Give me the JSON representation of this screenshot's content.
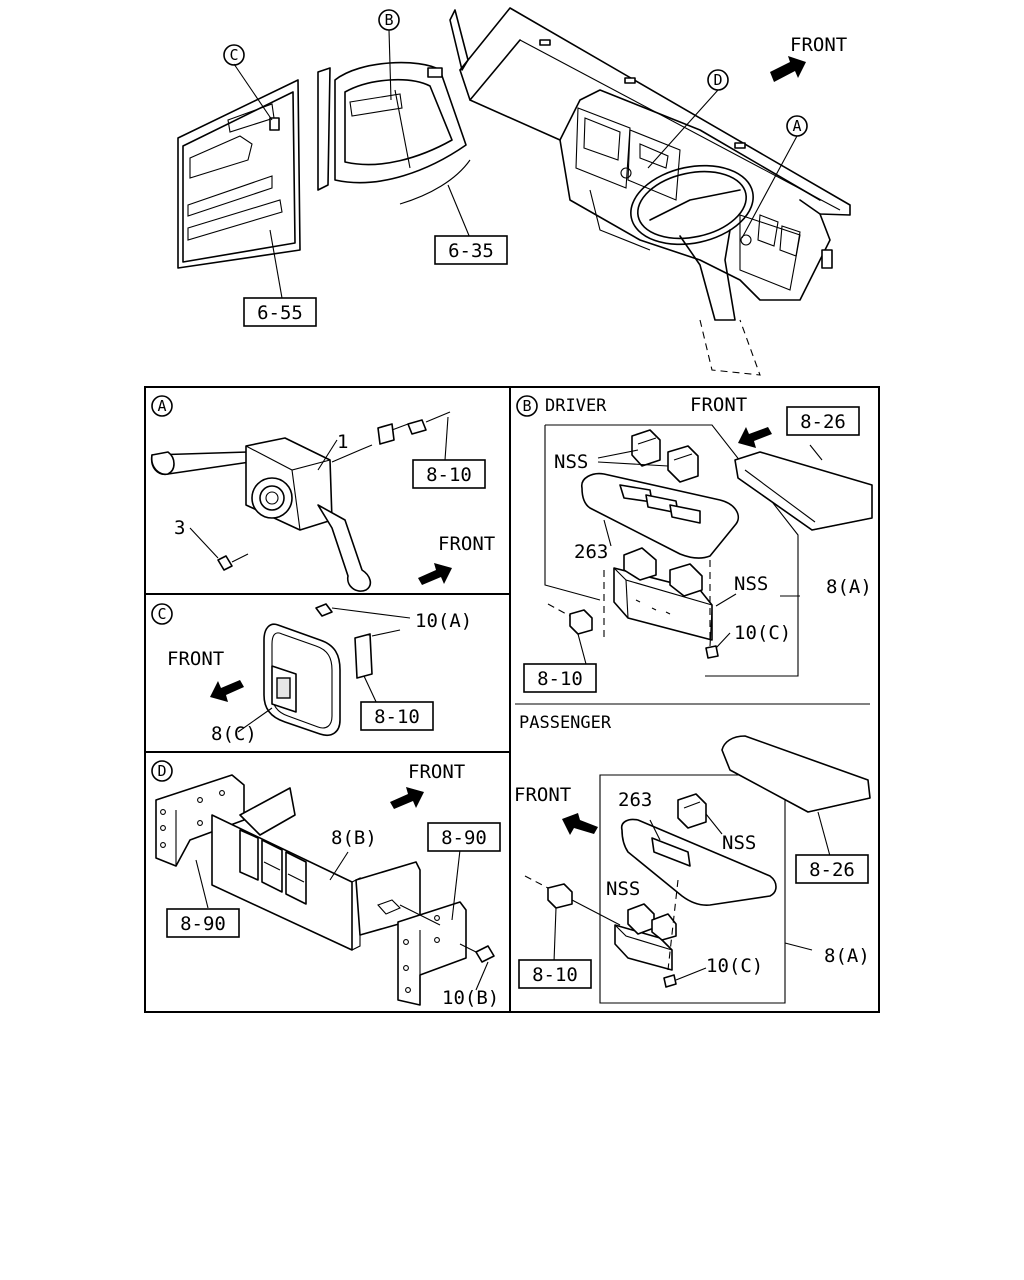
{
  "overview": {
    "callouts": {
      "a": "A",
      "b": "B",
      "c": "C",
      "d": "D"
    },
    "front": "FRONT",
    "refs": {
      "door_trim": "6-55",
      "door_panel": "6-35"
    }
  },
  "panel_a": {
    "id": "A",
    "part_switch": "1",
    "part_screw": "3",
    "ref_connector": "8-10",
    "front": "FRONT"
  },
  "panel_b": {
    "id": "B",
    "title": "DRIVER",
    "front": "FRONT",
    "ref_cover": "8-26",
    "nss_top": "NSS",
    "part_bezel": "263",
    "nss_side": "NSS",
    "part_screw": "10(C)",
    "part_switch_assy": "8(A)",
    "ref_connector": "8-10"
  },
  "panel_c": {
    "id": "C",
    "front": "FRONT",
    "part_screw": "10(A)",
    "ref_connector": "8-10",
    "part_switch": "8(C)"
  },
  "panel_d": {
    "id": "D",
    "front": "FRONT",
    "part_switch": "8(B)",
    "ref_bracket_right": "8-90",
    "ref_bracket_left": "8-90",
    "part_screw": "10(B)"
  },
  "panel_passenger": {
    "title": "PASSENGER",
    "front": "FRONT",
    "part_bezel": "263",
    "nss_switch": "NSS",
    "ref_cover": "8-26",
    "nss_lower": "NSS",
    "ref_connector": "8-10",
    "part_screw": "10(C)",
    "part_switch_assy": "8(A)"
  }
}
